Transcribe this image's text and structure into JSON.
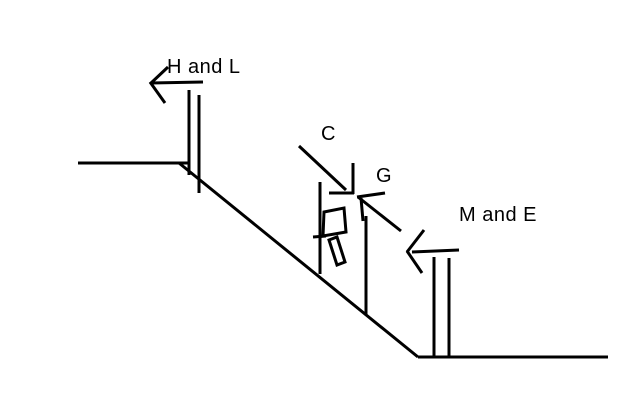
{
  "canvas": {
    "background": "#ffffff",
    "ink_color": "#000000"
  },
  "diagram": {
    "kind": "hand-drawn slope (incline) sketch with labeled arrows and a small figure on the hill",
    "labels": {
      "upper_arrow": "H and L",
      "slope_arrow": "C",
      "vertical_arrow": "G",
      "lower_arrow": "M and E"
    },
    "arrows": [
      {
        "label": "H and L",
        "direction": "left",
        "location": "above double post on upper plateau"
      },
      {
        "label": "C",
        "direction": "down-right into slope",
        "location": "above figure on slope"
      },
      {
        "label": "G",
        "direction": "up",
        "location": "rising from slope beside figure"
      },
      {
        "label": "M and E",
        "direction": "left",
        "location": "above double post at bottom of slope"
      }
    ]
  }
}
